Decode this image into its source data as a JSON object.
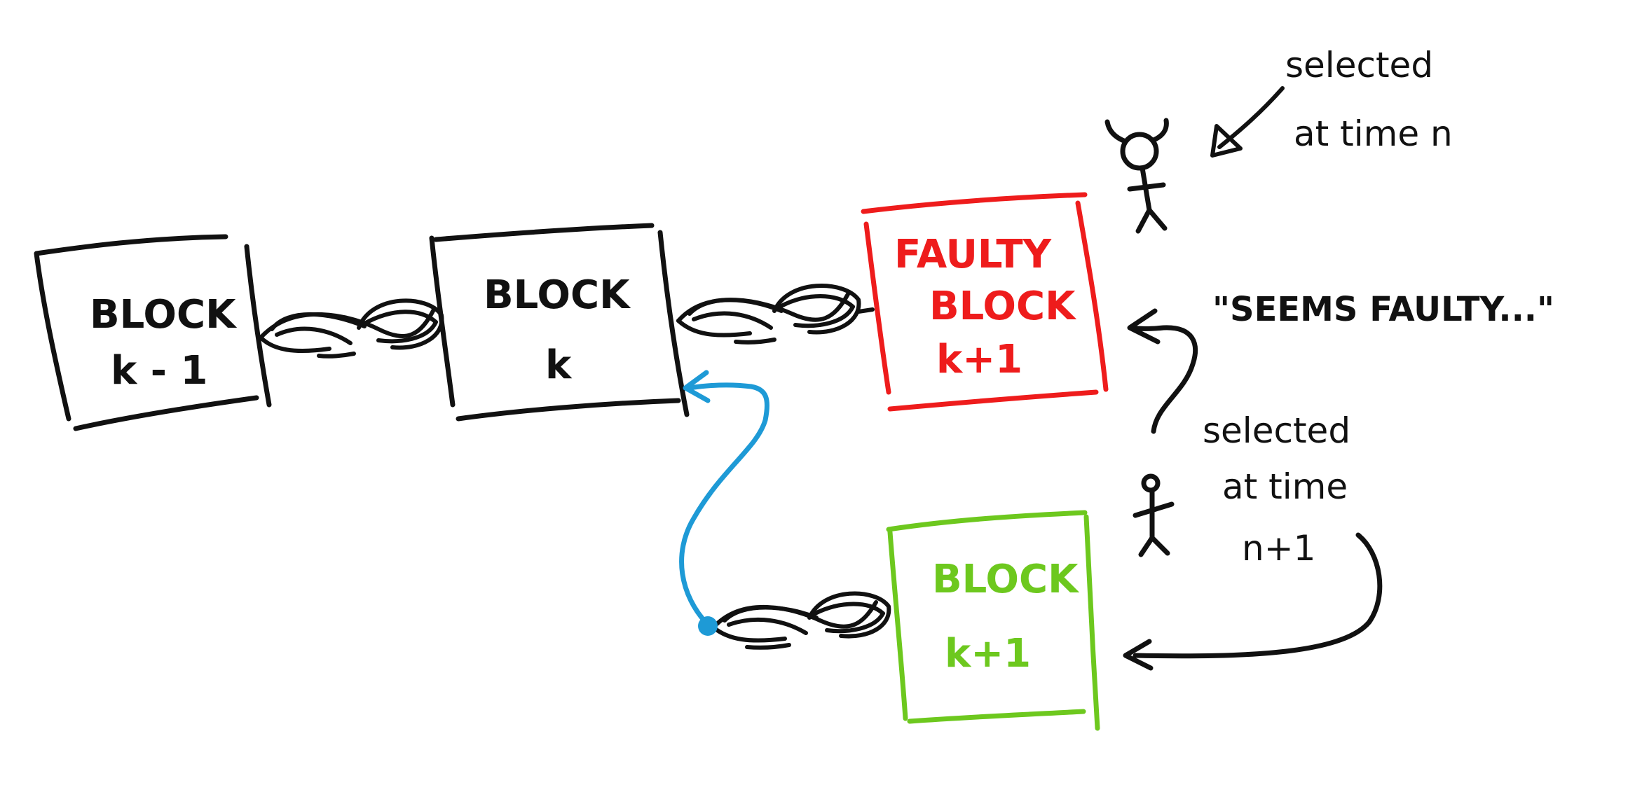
{
  "colors": {
    "ink": "#111111",
    "faulty": "#ee1c1c",
    "good": "#6dc81e",
    "link": "#1e9ad6"
  },
  "blocks": {
    "k_minus_1": {
      "line1": "BLOCK",
      "line2": "k - 1"
    },
    "k": {
      "line1": "BLOCK",
      "line2": "k"
    },
    "faulty": {
      "line1": "FAULTY",
      "line2": "BLOCK",
      "line3": "k+1"
    },
    "good": {
      "line1": "BLOCK",
      "line2": "k+1"
    }
  },
  "notes": {
    "adversary_selected_line1": "selected",
    "adversary_selected_line2": "at time n",
    "seems_faulty": "\"SEEMS FAULTY...\"",
    "honest_selected_line1": "selected",
    "honest_selected_line2": "at time",
    "honest_selected_line3": "n+1"
  },
  "icons": {
    "chain": "chain-link-icon",
    "adversary": "horned-stick-figure-icon",
    "honest": "stick-figure-icon"
  }
}
